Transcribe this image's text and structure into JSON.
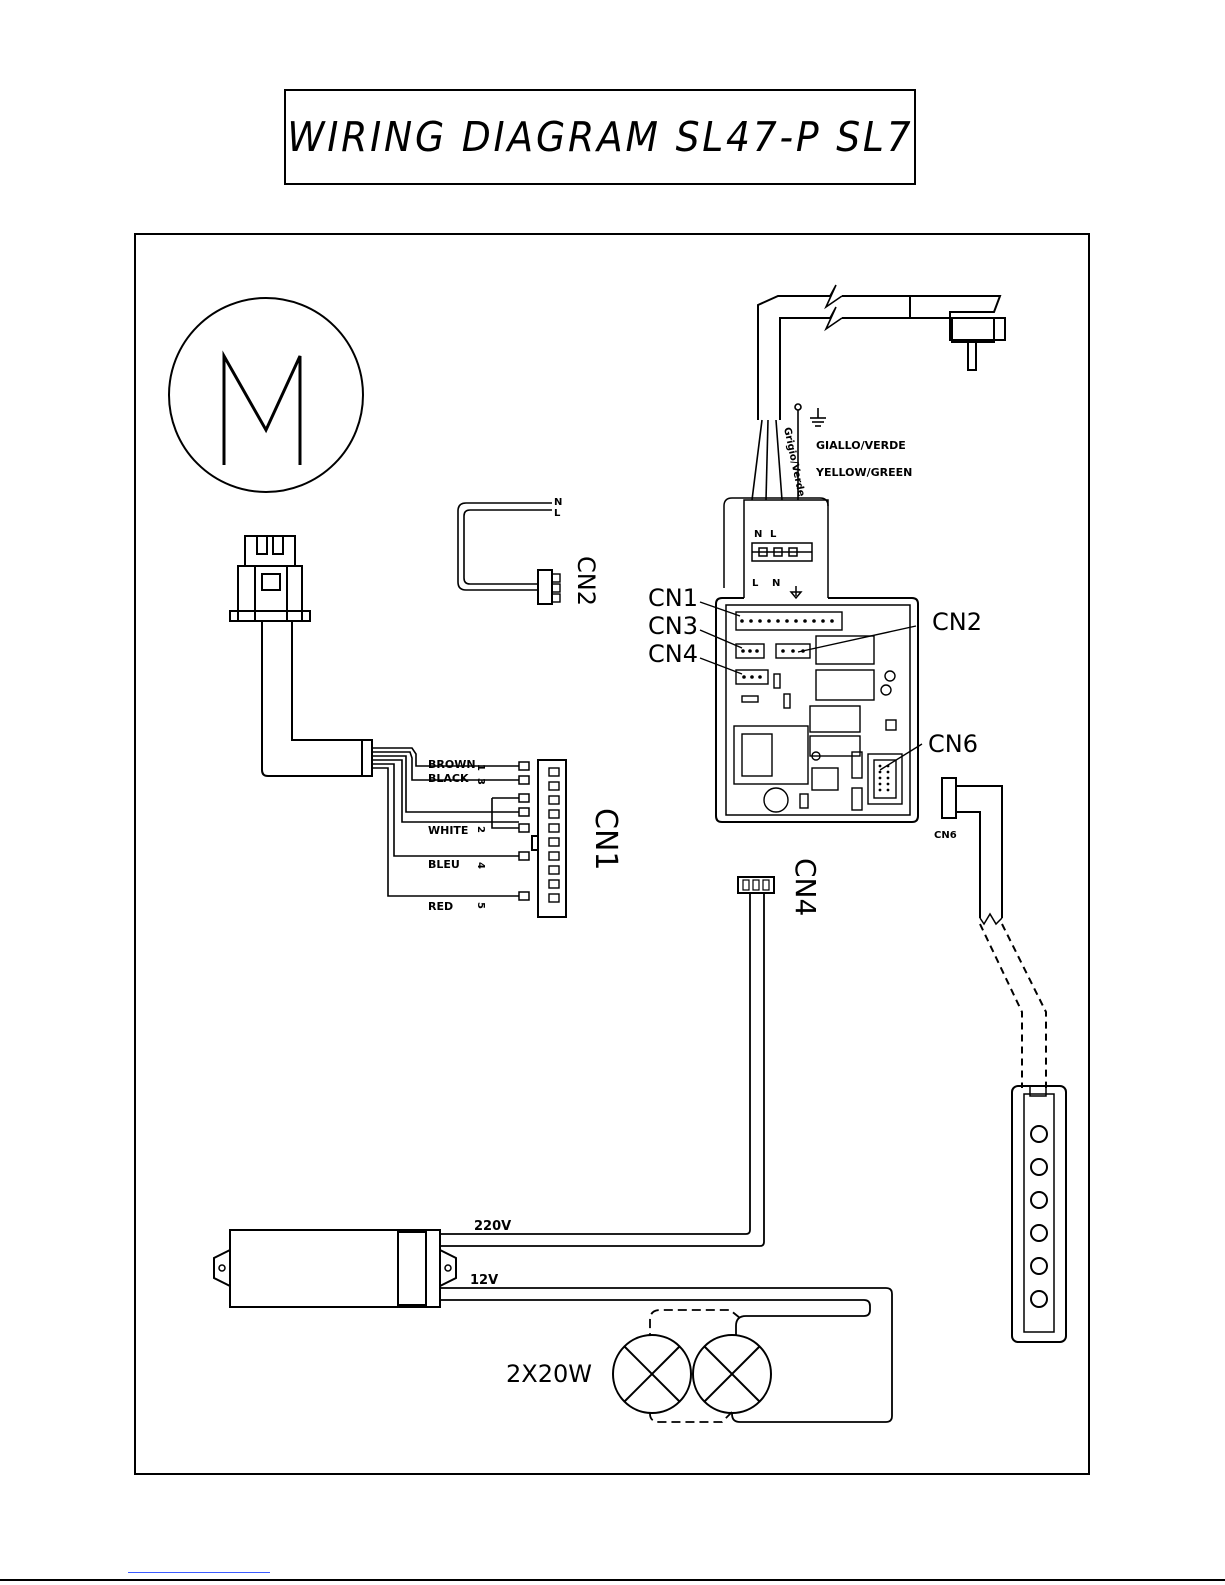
{
  "title": "WIRING DIAGRAM SL47-P SL7",
  "motor": {
    "symbol": "M"
  },
  "connectors": {
    "cn1": "CN1",
    "cn2": "CN2",
    "cn3": "CN3",
    "cn4": "CN4",
    "cn6": "CN6"
  },
  "wires": {
    "brown": "BROWN",
    "black": "BLACK",
    "white": "WHITE",
    "bleu": "BLEU",
    "red": "RED",
    "pin1": "1",
    "pin3": "3",
    "pin2": "2",
    "pin4": "4",
    "pin5": "5"
  },
  "mains": {
    "n": "N",
    "l": "L",
    "grigio_verde": "Grigio/Verde",
    "giallo_verde": "GIALLO/VERDE",
    "yellow_green": "YELLOW/GREEN"
  },
  "power": {
    "v220": "220V",
    "v12": "12V",
    "lamps": "2X20W"
  },
  "colors": {
    "line": "#000000",
    "background": "#ffffff"
  }
}
